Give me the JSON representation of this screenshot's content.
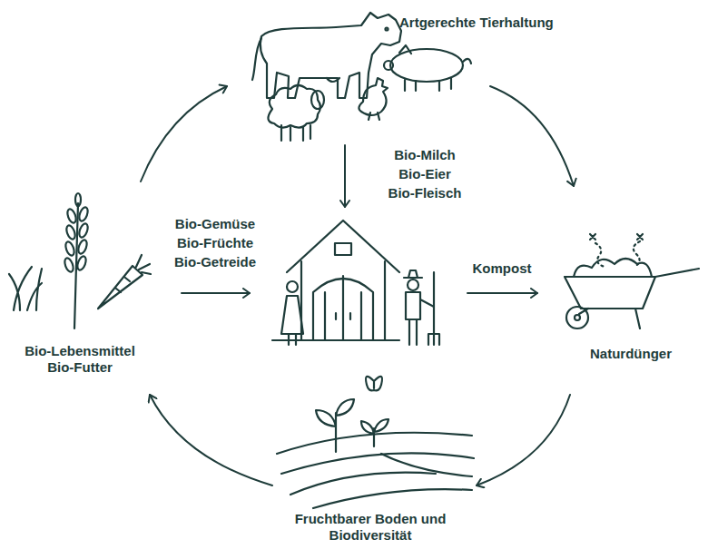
{
  "diagram": {
    "nodes": [
      {
        "text": [
          "Artgerechte Tierhaltung"
        ]
      },
      {
        "text": [
          "Bio-Lebensmittel Bio-Futter"
        ]
      },
      {
        "text": []
      },
      {
        "text": [
          "Naturdünger"
        ]
      },
      {
        "text": [
          "Fruchtbarer Boden und Biodiversität"
        ]
      }
    ],
    "edges": [
      {
        "from": 1,
        "to": 0,
        "arrow": "to"
      },
      {
        "from": 0,
        "to": 3,
        "arrow": "to"
      },
      {
        "from": 0,
        "to": 2,
        "arrow": "to",
        "label": "Bio-Milch Bio-Eier Bio-Fleisch"
      },
      {
        "from": 1,
        "to": 2,
        "arrow": "to",
        "label": "Bio-Gemüse Bio-Früchte Bio-Getreide"
      },
      {
        "from": 2,
        "to": 3,
        "arrow": "to",
        "label": "Kompost"
      },
      {
        "from": 3,
        "to": 4,
        "arrow": "to"
      },
      {
        "from": 4,
        "to": 1,
        "arrow": "to"
      }
    ]
  }
}
